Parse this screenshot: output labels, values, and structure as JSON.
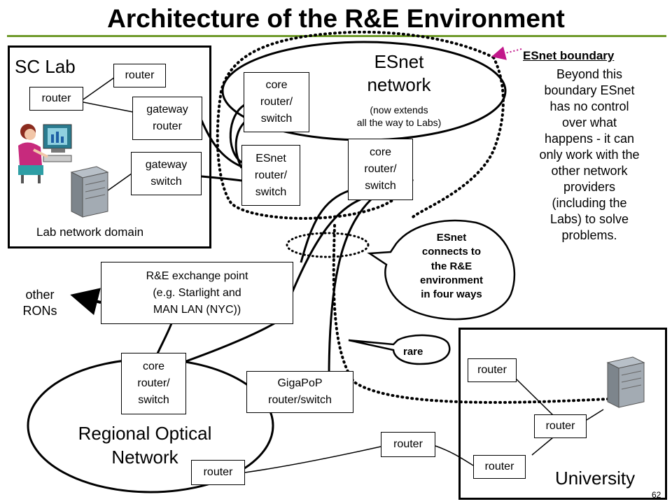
{
  "title": "Architecture of the R&E Environment",
  "sc_lab": {
    "label": "SC Lab",
    "domain_label": "Lab network domain",
    "router_left": "router",
    "router_top": "router",
    "gateway_router": "gateway\nrouter",
    "gateway_switch": "gateway\nswitch"
  },
  "esnet": {
    "title": "ESnet\nnetwork",
    "subtitle": "(now extends\nall the way to Labs)",
    "core_left": "core\nrouter/\nswitch",
    "core_right": "core\nrouter/\nswitch",
    "router_switch": "ESnet\nrouter/\nswitch"
  },
  "boundary": {
    "title": "ESnet boundary",
    "text": "Beyond this\nboundary ESnet\nhas no control\nover what\nhappens - it can\nonly work with the\nother network\nproviders\n(including the\nLabs) to solve\nproblems."
  },
  "callout_connects": "ESnet\nconnects to\nthe R&E\nenvironment\nin four ways",
  "callout_rare": "rare",
  "exchange": "R&E exchange point\n(e.g. Starlight and\nMAN LAN (NYC))",
  "other_rons": "other\nRONs",
  "regional": {
    "title": "Regional Optical\nNetwork",
    "core": "core\nrouter/\nswitch",
    "gigapop": "GigaPoP\nrouter/switch",
    "router": "router"
  },
  "router_mid": "router",
  "university": {
    "label": "University",
    "router_top": "router",
    "router_mid": "router",
    "router_bottom": "router"
  },
  "page_number": "62",
  "colors": {
    "title_rule": "#6f9a2a",
    "boundary_arrow": "#c2188b"
  }
}
